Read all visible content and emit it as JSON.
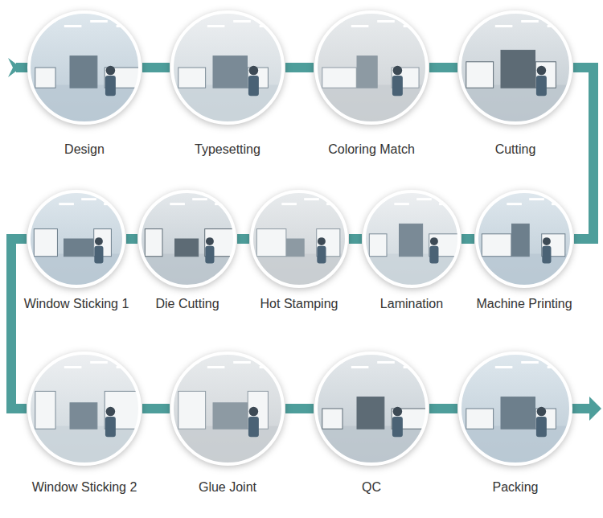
{
  "diagram": {
    "nodes": [
      {
        "text": [
          "Design"
        ]
      },
      {
        "text": [
          "Typesetting"
        ]
      },
      {
        "text": [
          "Coloring Match"
        ]
      },
      {
        "text": [
          "Cutting"
        ]
      },
      {
        "text": [
          "Machine Printing"
        ]
      },
      {
        "text": [
          "Lamination"
        ]
      },
      {
        "text": [
          "Hot Stamping"
        ]
      },
      {
        "text": [
          "Die Cutting"
        ]
      },
      {
        "text": [
          "Window Sticking 1"
        ]
      },
      {
        "text": [
          "Window Sticking 2"
        ]
      },
      {
        "text": [
          "Glue Joint"
        ]
      },
      {
        "text": [
          "QC"
        ]
      },
      {
        "text": [
          "Packing"
        ]
      }
    ],
    "edges": [
      {
        "from": 0,
        "to": 1,
        "arrow": "none"
      },
      {
        "from": 1,
        "to": 2,
        "arrow": "none"
      },
      {
        "from": 2,
        "to": 3,
        "arrow": "none"
      },
      {
        "from": 3,
        "to": 4,
        "arrow": "none"
      },
      {
        "from": 4,
        "to": 5,
        "arrow": "none"
      },
      {
        "from": 5,
        "to": 6,
        "arrow": "none"
      },
      {
        "from": 6,
        "to": 7,
        "arrow": "none"
      },
      {
        "from": 7,
        "to": 8,
        "arrow": "none"
      },
      {
        "from": 8,
        "to": 9,
        "arrow": "none"
      },
      {
        "from": 9,
        "to": 10,
        "arrow": "none"
      },
      {
        "from": 10,
        "to": 11,
        "arrow": "none"
      },
      {
        "from": 11,
        "to": 12,
        "arrow": "none"
      }
    ]
  }
}
